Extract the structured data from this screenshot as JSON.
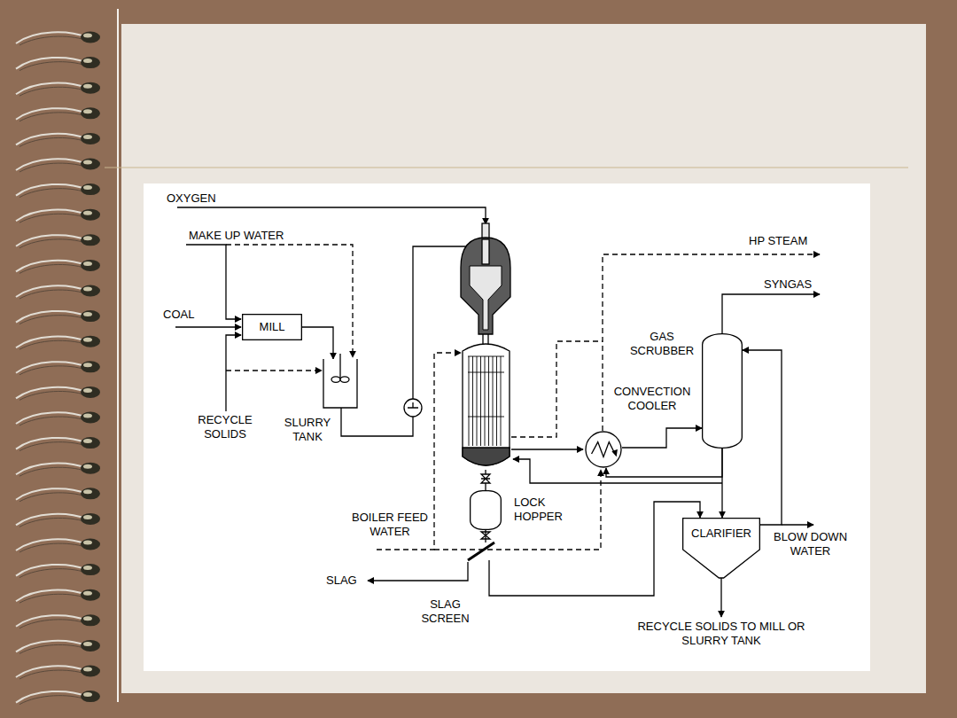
{
  "diagram": {
    "nodes": [
      {
        "text": [
          "MILL"
        ]
      },
      {
        "text": [
          "SLURRY TANK"
        ]
      },
      {
        "text": [
          "LOCK HOPPER"
        ]
      },
      {
        "text": [
          "SLAG SCREEN"
        ]
      },
      {
        "text": [
          "CONVECTION COOLER"
        ]
      },
      {
        "text": [
          "GAS SCRUBBER"
        ]
      },
      {
        "text": [
          "CLARIFIER"
        ]
      }
    ],
    "edges": [
      {
        "from": 0,
        "to": 1,
        "arrow": "to"
      },
      {
        "from": 2,
        "to": 3,
        "arrow": "none"
      },
      {
        "from": 3,
        "to": 6,
        "arrow": "to"
      },
      {
        "from": 4,
        "to": 5,
        "arrow": "to"
      },
      {
        "from": 5,
        "to": 6,
        "arrow": "to"
      },
      {
        "from": 6,
        "to": 5,
        "arrow": "to"
      },
      {
        "from": 5,
        "to": 4,
        "arrow": "to"
      }
    ],
    "labels": [
      "OXYGEN",
      "MAKE UP WATER",
      "COAL",
      "RECYCLE SOLIDS",
      "HP STEAM",
      "SYNGAS",
      "BOILER FEED WATER",
      "BLOW DOWN WATER",
      "SLAG",
      "RECYCLE SOLIDS TO MILL OR SLURRY TANK"
    ]
  }
}
